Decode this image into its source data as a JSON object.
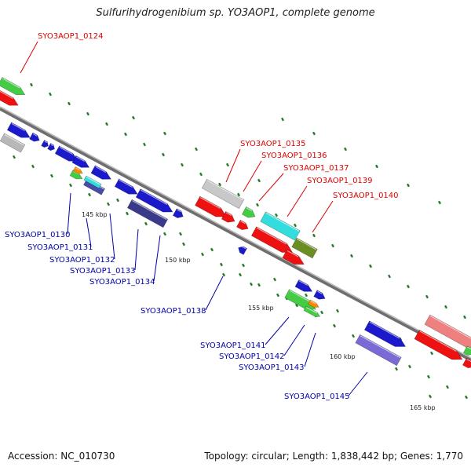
{
  "title": "Sulfurihydrogenibium sp. YO3AOP1, complete genome",
  "accession_text": "Accession: NC_010730",
  "summary_text": "Topology: circular; Length: 1,838,442 bp; Genes: 1,770",
  "colors": {
    "backbone": "#8c8c8c",
    "label_top": "#dd0000",
    "label_bottom": "#0000aa",
    "tick": "#2a7a2a"
  },
  "scale_labels": [
    "145 kbp",
    "150 kbp",
    "155 kbp",
    "160 kbp",
    "165 kbp"
  ],
  "gene_labels_top": [
    "SYO3AOP1_0124",
    "SYO3AOP1_0135",
    "SYO3AOP1_0136",
    "SYO3AOP1_0137",
    "SYO3AOP1_0139",
    "SYO3AOP1_0140"
  ],
  "gene_labels_bottom": [
    "SYO3AOP1_0130",
    "SYO3AOP1_0131",
    "SYO3AOP1_0132",
    "SYO3AOP1_0133",
    "SYO3AOP1_0134",
    "SYO3AOP1_0138",
    "SYO3AOP1_0141",
    "SYO3AOP1_0142",
    "SYO3AOP1_0143",
    "SYO3AOP1_0145"
  ]
}
